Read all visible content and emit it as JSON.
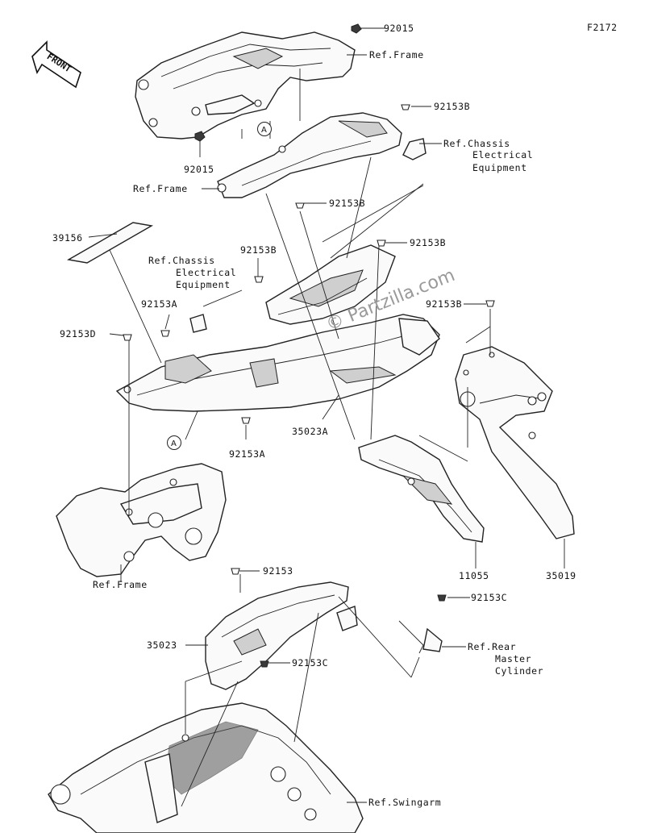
{
  "diagram_code": "F2172",
  "front_label": "FRONT",
  "watermark": "© Partzilla.com",
  "callout_a": "A",
  "labels": {
    "bolt_92015_top": "92015",
    "bolt_92015_left": "92015",
    "ref_frame_top": "Ref.Frame",
    "ref_frame_mid": "Ref.Frame",
    "ref_frame_bottom": "Ref.Frame",
    "bolt_92153b_1": "92153B",
    "bolt_92153b_2": "92153B",
    "bolt_92153b_3": "92153B",
    "bolt_92153b_4": "92153B",
    "bolt_92153b_5": "92153B",
    "ref_chassis_right": [
      "Ref.Chassis",
      "Electrical",
      "Equipment"
    ],
    "ref_chassis_left": [
      "Ref.Chassis",
      "Electrical",
      "Equipment"
    ],
    "part_39156": "39156",
    "bolt_92153a_1": "92153A",
    "bolt_92153a_2": "92153A",
    "bolt_92153d": "92153D",
    "part_35023a": "35023A",
    "part_11055": "11055",
    "part_35019": "35019",
    "bolt_92153": "92153",
    "part_35023": "35023",
    "bolt_92153c_1": "92153C",
    "bolt_92153c_2": "92153C",
    "ref_rear_master": [
      "Ref.Rear",
      "Master",
      "Cylinder"
    ],
    "ref_swingarm": "Ref.Swingarm"
  }
}
